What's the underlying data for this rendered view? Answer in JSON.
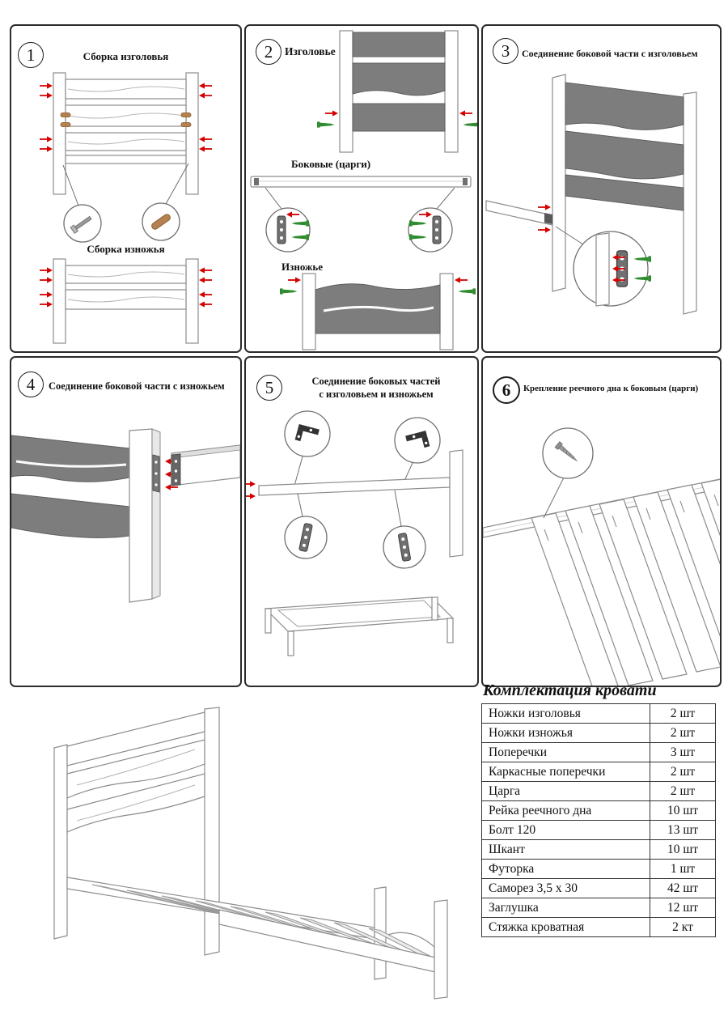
{
  "panels": [
    {
      "number": "1",
      "title_top": "Сборка изголовья",
      "title_bottom": "Сборка изножья"
    },
    {
      "number": "2",
      "label_headboard": "Изголовье",
      "label_side_rails": "Боковые (царги)",
      "label_footboard": "Изножье"
    },
    {
      "number": "3",
      "title": "Соединение боковой части с изголовьем"
    },
    {
      "number": "4",
      "title": "Соединение боковой части с изножьем"
    },
    {
      "number": "5",
      "title_line1": "Соединение боковых частей",
      "title_line2": "с изголовьем и изножьем"
    },
    {
      "number": "6",
      "title": "Крепление реечного дна к боковым (царги)"
    }
  ],
  "parts_table": {
    "title": "Комплектация кровати",
    "rows": [
      {
        "name": "Ножки изголовья",
        "qty": "2 шт"
      },
      {
        "name": "Ножки изножья",
        "qty": "2 шт"
      },
      {
        "name": "Поперечки",
        "qty": "3 шт"
      },
      {
        "name": "Каркасные поперечки",
        "qty": "2 шт"
      },
      {
        "name": "Царга",
        "qty": "2 шт"
      },
      {
        "name": "Рейка реечного дна",
        "qty": "10 шт"
      },
      {
        "name": "Болт 120",
        "qty": "13 шт"
      },
      {
        "name": "Шкант",
        "qty": "10 шт"
      },
      {
        "name": "Футорка",
        "qty": "1 шт"
      },
      {
        "name": "Саморез 3,5 x 30",
        "qty": "42 шт"
      },
      {
        "name": "Заглушка",
        "qty": "12 шт"
      },
      {
        "name": "Стяжка кроватная",
        "qty": "2 кт"
      }
    ]
  },
  "colors": {
    "board_gray": "#7d7d7d",
    "arrow_red": "#d40000",
    "screw_green": "#2e8b2e",
    "dowel_brown": "#b5824f",
    "outline_gray": "#8c8c8c"
  }
}
